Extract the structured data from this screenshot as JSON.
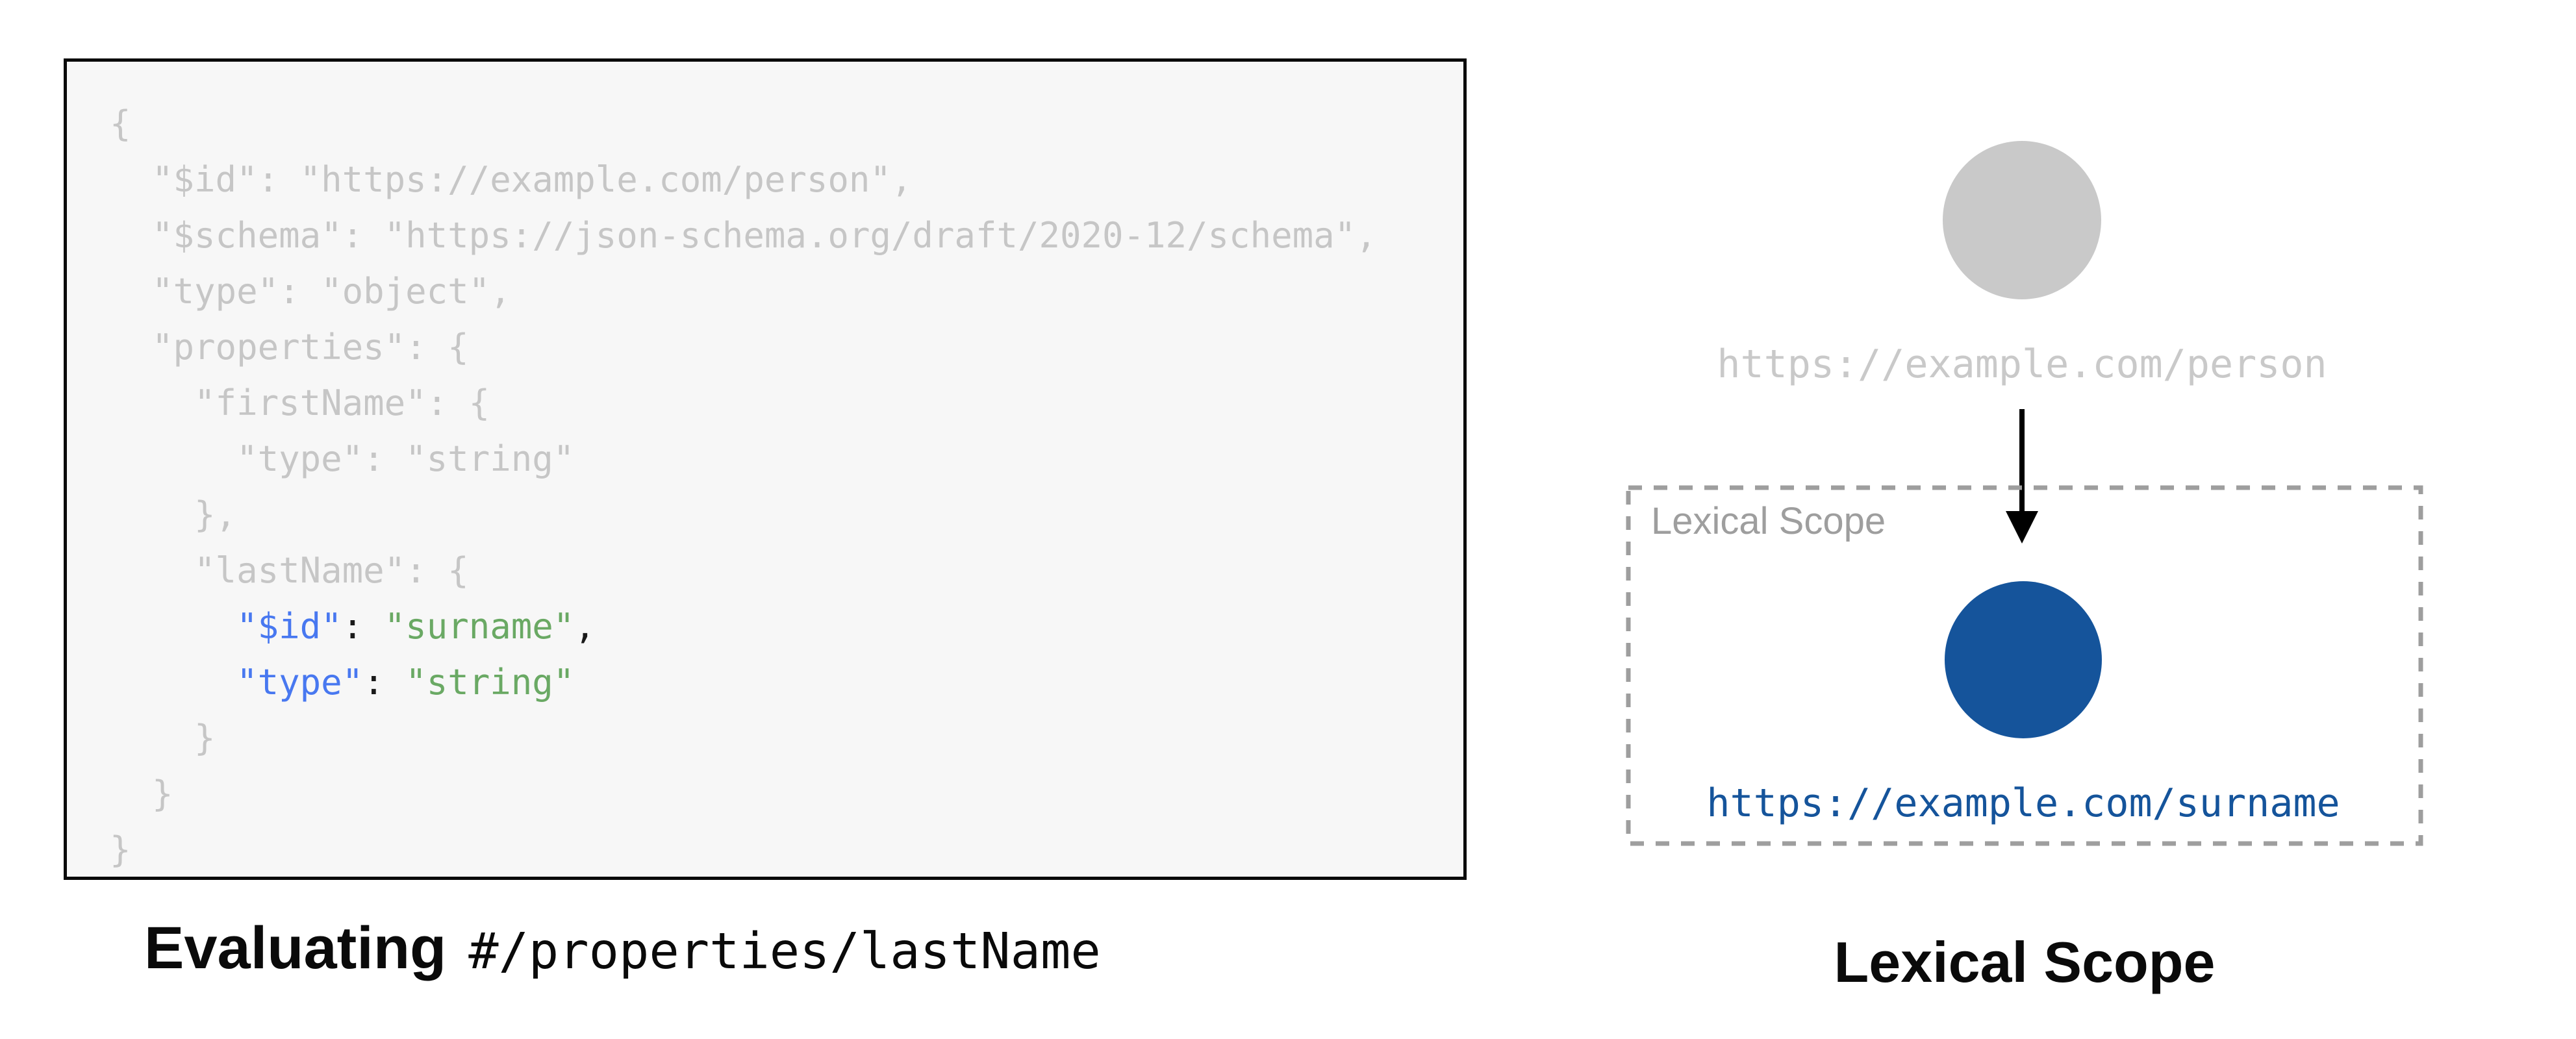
{
  "left_panel": {
    "caption": {
      "bold": "Evaluating",
      "path": "#/properties/lastName"
    },
    "code": {
      "lines": [
        [
          [
            "g",
            "{"
          ]
        ],
        [
          [
            "g",
            "  \"$id\": \"https://example.com/person\","
          ]
        ],
        [
          [
            "g",
            "  \"$schema\": \"https://json-schema.org/draft/2020-12/schema\","
          ]
        ],
        [
          [
            "g",
            "  \"type\": \"object\","
          ]
        ],
        [
          [
            "g",
            "  \"properties\": {"
          ]
        ],
        [
          [
            "g",
            "    \"firstName\": {"
          ]
        ],
        [
          [
            "g",
            "      \"type\": \"string\""
          ]
        ],
        [
          [
            "g",
            "    },"
          ]
        ],
        [
          [
            "g",
            "    \"lastName\": {"
          ]
        ],
        [
          [
            "g",
            "      "
          ],
          [
            "b",
            "\"$id\""
          ],
          [
            "k",
            ": "
          ],
          [
            "gr",
            "\"surname\""
          ],
          [
            "k",
            ","
          ]
        ],
        [
          [
            "g",
            "      "
          ],
          [
            "b",
            "\"type\""
          ],
          [
            "k",
            ": "
          ],
          [
            "gr",
            "\"string\""
          ]
        ],
        [
          [
            "g",
            "    }"
          ]
        ],
        [
          [
            "g",
            "  }"
          ]
        ],
        [
          [
            "g",
            "}"
          ]
        ]
      ]
    }
  },
  "right_panel": {
    "parent_node_label": "https://example.com/person",
    "scope_box_label": "Lexical Scope",
    "child_node_label": "https://example.com/surname",
    "caption": "Lexical Scope"
  },
  "icons": {
    "arrow_down": "down-arrow-icon"
  },
  "colors": {
    "page_background": "#ffffff",
    "code_background": "#f7f7f7",
    "code_border": "#0a0a0a",
    "code_gray_text": "#c6c6c6",
    "code_key_blue": "#4878f0",
    "code_string_green": "#6aa964",
    "code_punct_black": "#1a1a1a",
    "inactive_gray": "#c9c9c9",
    "scope_border_gray": "#9e9e9e",
    "active_blue": "#15549b",
    "caption_black": "#0a0a0a"
  }
}
